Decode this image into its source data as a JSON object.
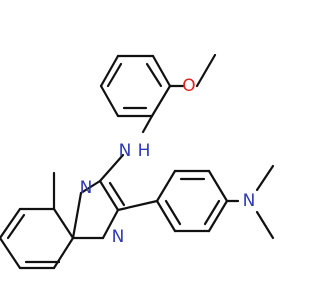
{
  "diagram": {
    "type": "chemical-structure",
    "labels": {
      "n_amine": "N",
      "h_amine": "H",
      "o_methoxy": "O",
      "n_ring": "N",
      "n_imidazole": "N",
      "n_dimethyl": "N"
    },
    "colors": {
      "bond": "#111111",
      "nitrogen": "#2f39b5",
      "oxygen": "#e22222",
      "background": "#ffffff"
    }
  }
}
